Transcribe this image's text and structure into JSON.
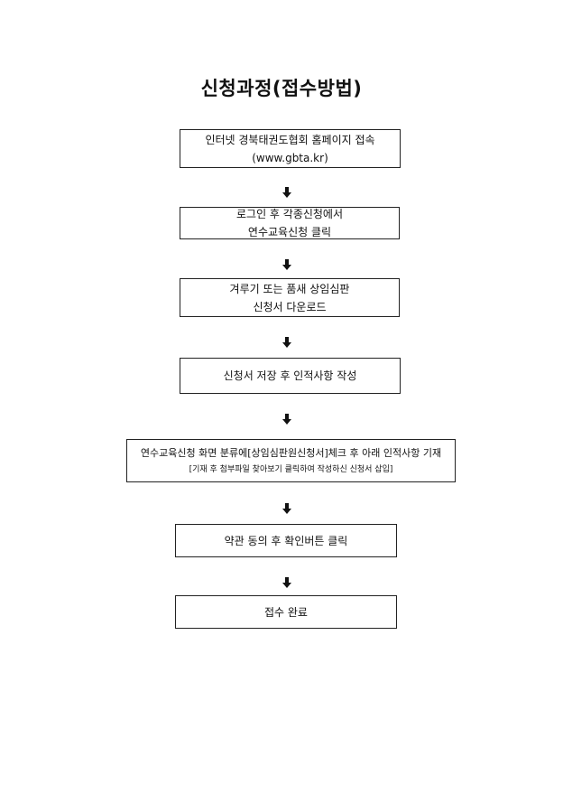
{
  "title": "신청과정(접수방법)",
  "steps": [
    {
      "line1": "인터넷 경북태권도협회 홈페이지 접속",
      "line2": "(www.gbta.kr)"
    },
    {
      "line1": "로그인 후 각종신청에서",
      "line2": "연수교육신청 클릭"
    },
    {
      "line1": "겨루기 또는 품새 상임심판",
      "line2": "신청서 다운로드"
    },
    {
      "line1": "신청서 저장 후 인적사항 작성"
    },
    {
      "line1": "연수교육신청 화면 분류에[상임심판원신청서]체크 후 아래 인적사항 기재",
      "line2": "[기재 후 첨부파일 찾아보기 클릭하여 작성하신 신청서 삽입]"
    },
    {
      "line1": "약관 동의 후 확인버튼 클릭"
    },
    {
      "line1": "접수 완료"
    }
  ],
  "icons": {
    "arrow": "down-arrow-icon"
  }
}
